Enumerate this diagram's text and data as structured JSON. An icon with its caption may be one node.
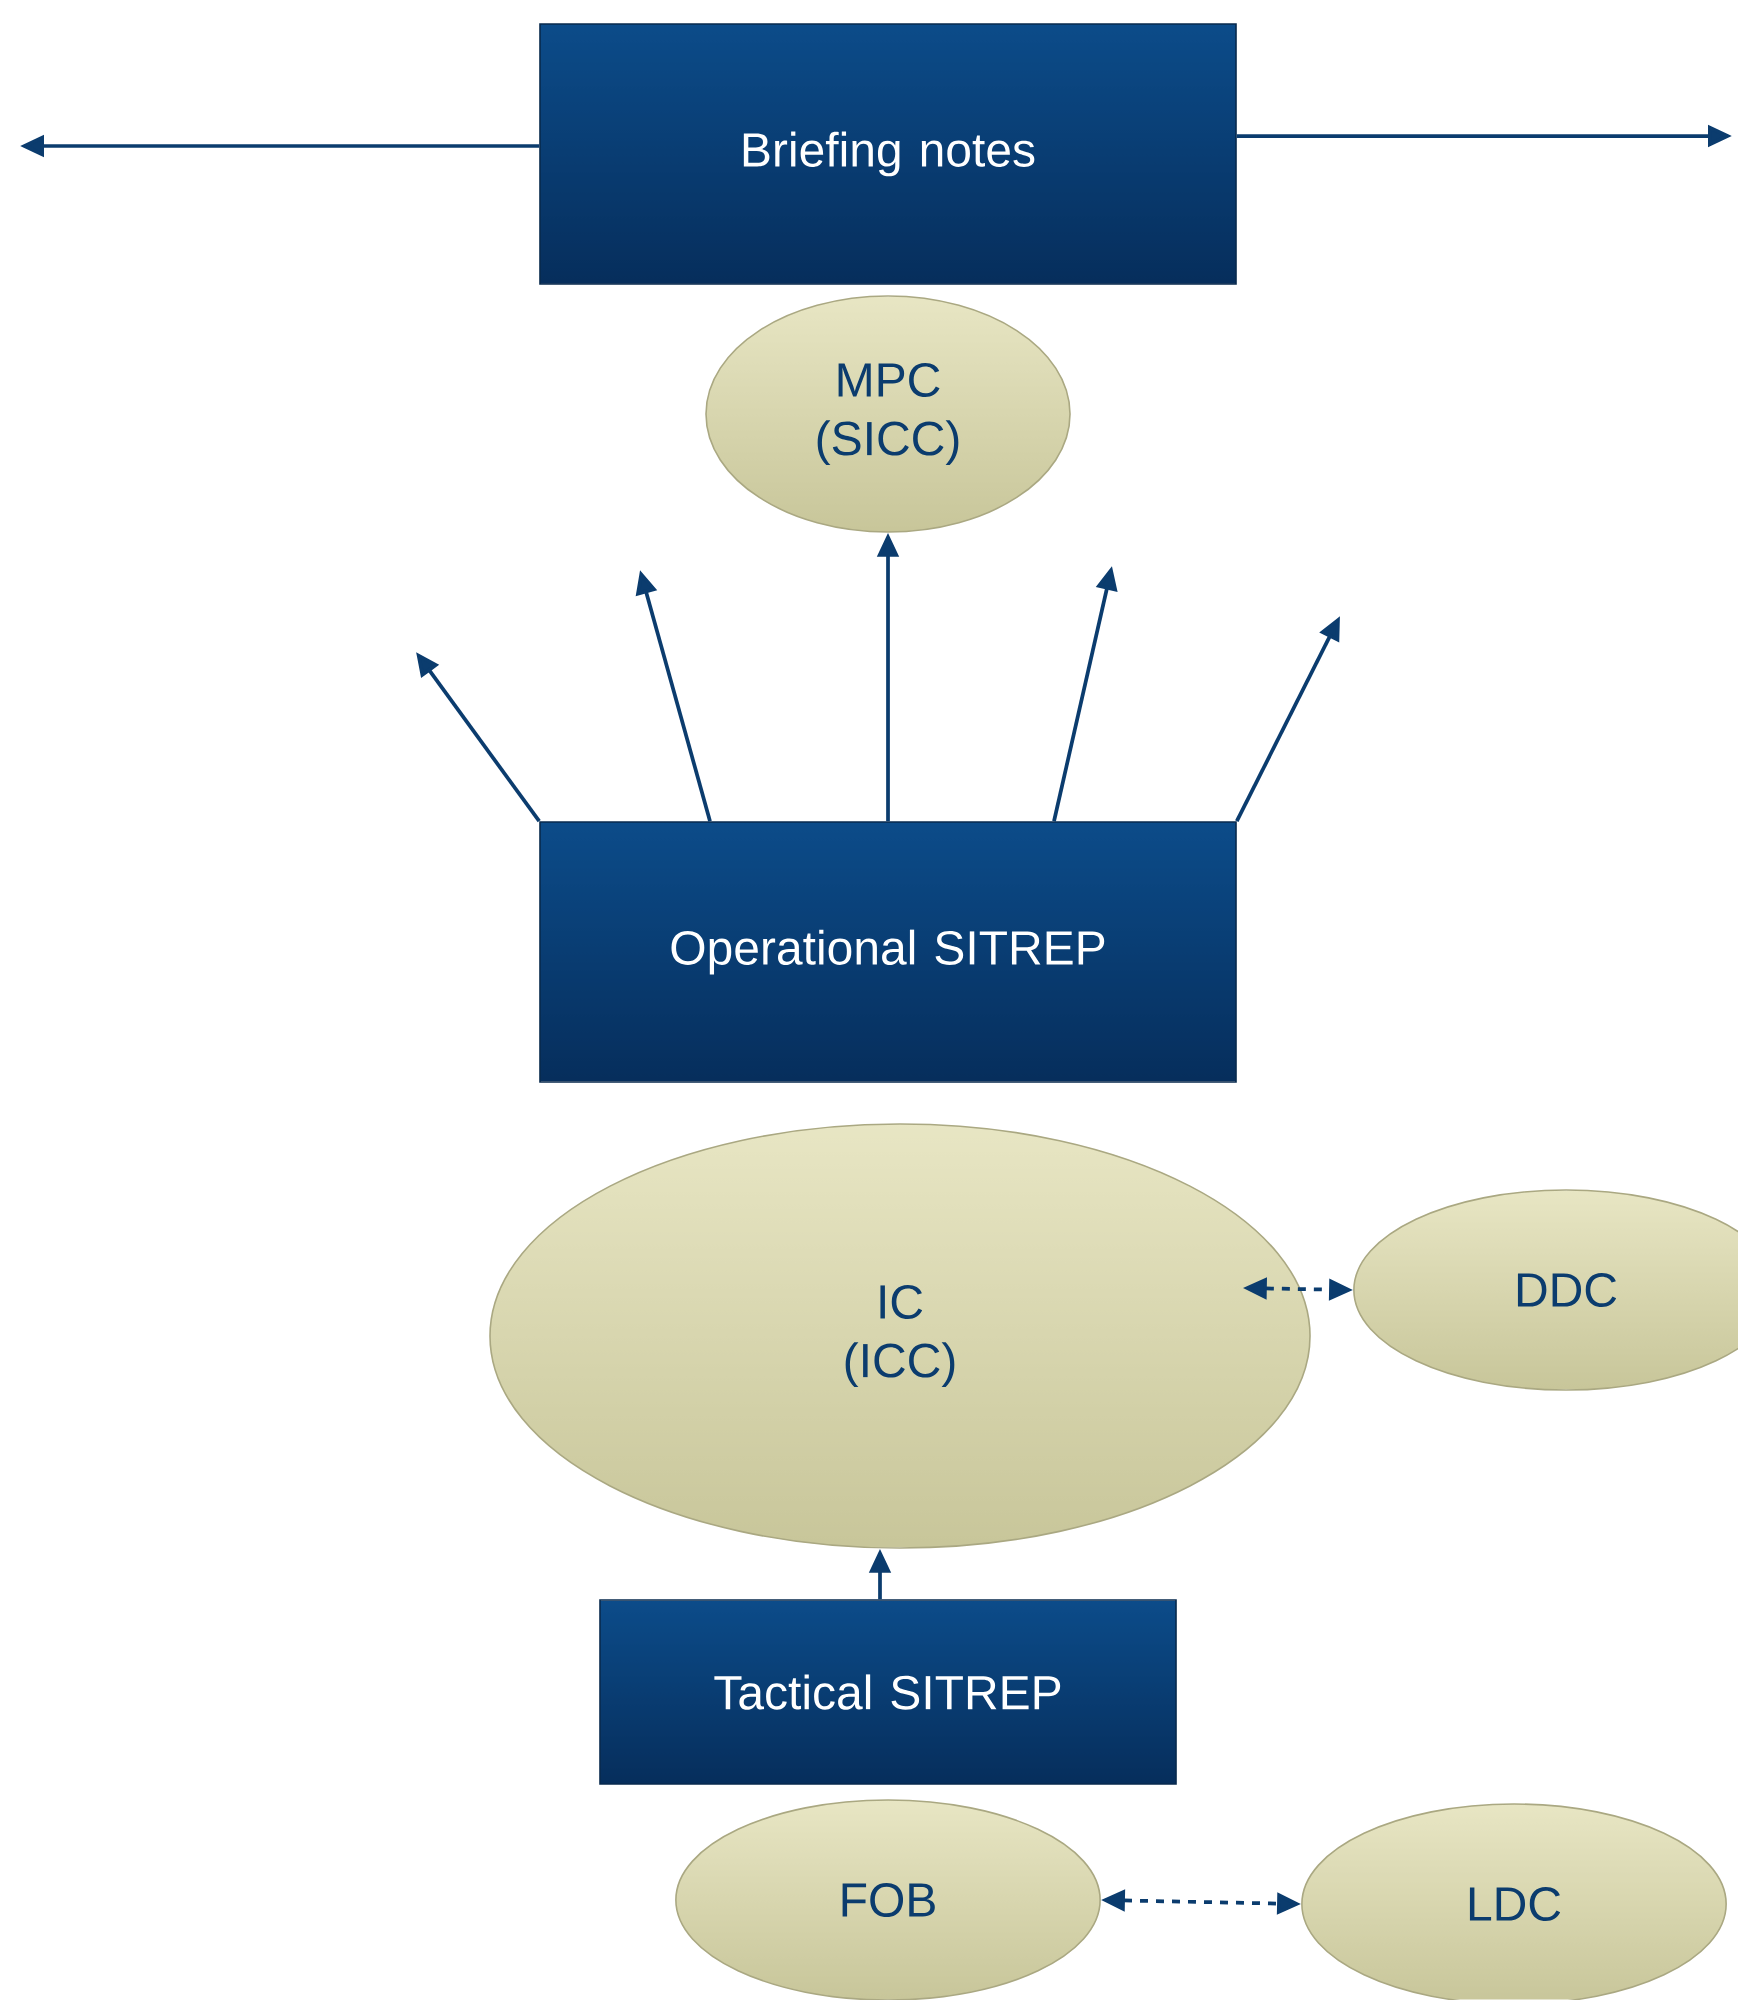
{
  "diagram": {
    "nodes": [
      {
        "text": [
          "Briefing notes"
        ]
      },
      {
        "text": [
          "MPC (SICC)"
        ]
      },
      {
        "text": [
          "Operational SITREP"
        ]
      },
      {
        "text": [
          "IC (ICC)"
        ]
      },
      {
        "text": [
          "DDC"
        ]
      },
      {
        "text": [
          "Tactical SITREP"
        ]
      },
      {
        "text": [
          "FOB"
        ]
      },
      {
        "text": [
          "LDC"
        ]
      }
    ],
    "edges": [
      {
        "from": 0,
        "to": null,
        "arrow": "to"
      },
      {
        "from": 0,
        "to": null,
        "arrow": "to"
      },
      {
        "from": 2,
        "to": null,
        "arrow": "to"
      },
      {
        "from": 2,
        "to": null,
        "arrow": "to"
      },
      {
        "from": 2,
        "to": 1,
        "arrow": "to"
      },
      {
        "from": 2,
        "to": null,
        "arrow": "to"
      },
      {
        "from": 2,
        "to": null,
        "arrow": "to"
      },
      {
        "from": 3,
        "to": 4,
        "arrow": "both",
        "style": "dashed"
      },
      {
        "from": 5,
        "to": 3,
        "arrow": "to"
      },
      {
        "from": 6,
        "to": 7,
        "arrow": "both",
        "style": "dashed"
      }
    ]
  }
}
